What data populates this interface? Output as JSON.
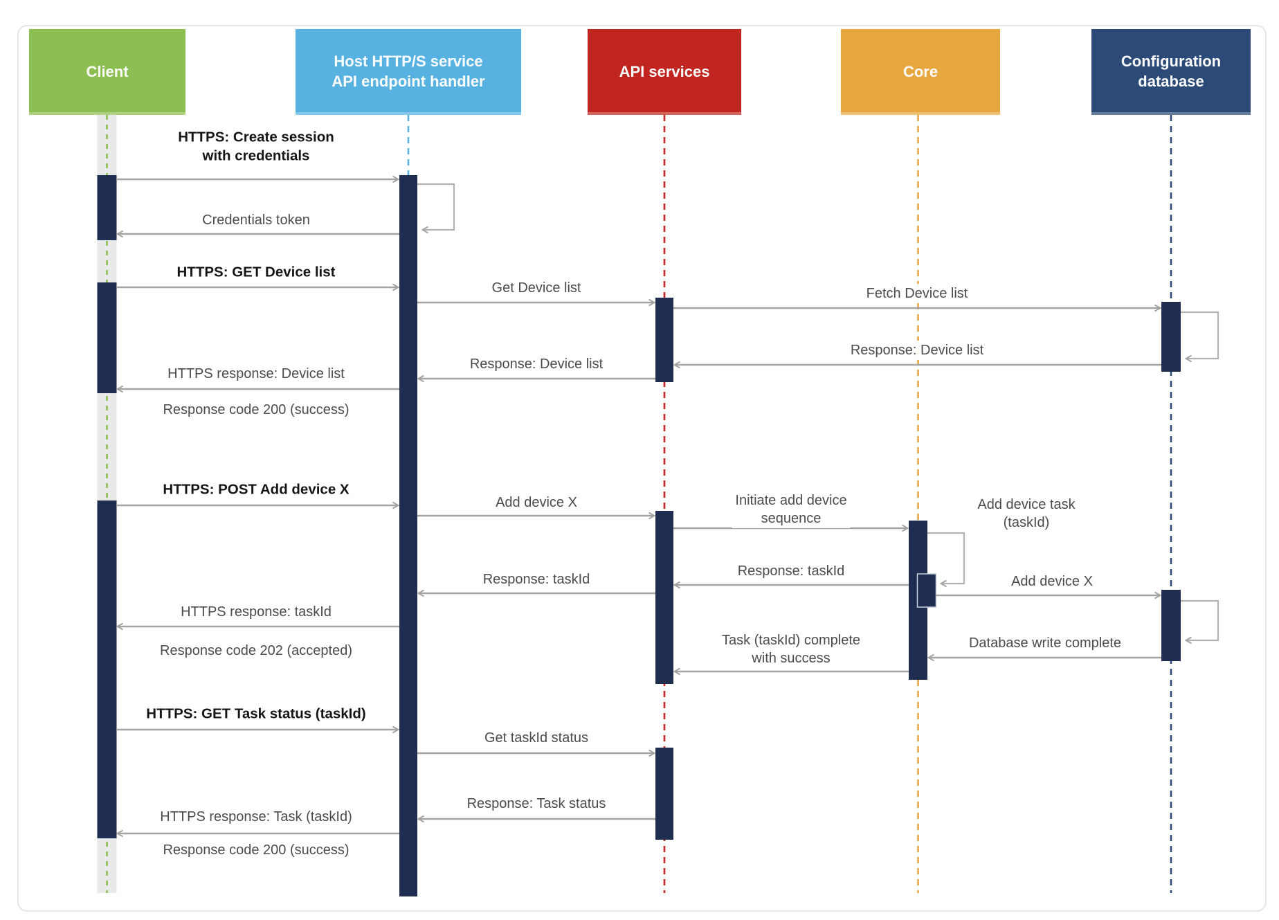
{
  "theme": {
    "bar_color": "#1f2d50",
    "arrow_color": "#a3a3a3",
    "loop_color": "#b2b2b2",
    "text_color": "#4b4b4b",
    "bold_text_color": "#151515",
    "band_color": "#e9e9e9",
    "frame_color": "#e5e5e5",
    "page_bg": "#ffffff"
  },
  "actors": [
    {
      "id": "client",
      "label": "Client",
      "color": "#8cbe52"
    },
    {
      "id": "host",
      "label": "Host HTTP/S service\nAPI endpoint handler",
      "color": "#57b2e2"
    },
    {
      "id": "api",
      "label": "API services",
      "color": "#c0261f"
    },
    {
      "id": "core",
      "label": "Core",
      "color": "#e7a73e"
    },
    {
      "id": "config",
      "label": "Configuration\ndatabase",
      "color": "#2c4a77"
    }
  ],
  "messages": {
    "create_session": {
      "text": "HTTPS: Create session\nwith credentials"
    },
    "credentials_token": {
      "text": "Credentials token"
    },
    "https_get_device_list": {
      "text": "HTTPS: GET Device list"
    },
    "get_device_list": {
      "text": "Get Device list"
    },
    "fetch_device_list": {
      "text": "Fetch Device list"
    },
    "response_device_list_db": {
      "text": "Response: Device list"
    },
    "response_device_list_api": {
      "text": "Response: Device list"
    },
    "https_response_device_list": {
      "text": "HTTPS response: Device list"
    },
    "response_code_200_a": {
      "text": "Response code 200 (success)"
    },
    "https_post_add_device": {
      "text": "HTTPS: POST Add device X"
    },
    "add_device_x_host": {
      "text": "Add device X"
    },
    "initiate_add_device": {
      "text": "Initiate add device\nsequence"
    },
    "add_device_task": {
      "text": "Add device task\n(taskId)"
    },
    "response_taskid_core": {
      "text": "Response: taskId"
    },
    "response_taskid_api": {
      "text": "Response: taskId"
    },
    "https_response_taskid": {
      "text": "HTTPS response: taskId"
    },
    "response_code_202": {
      "text": "Response code 202 (accepted)"
    },
    "add_device_x_core": {
      "text": "Add device X"
    },
    "database_write_complete": {
      "text": "Database write complete"
    },
    "task_complete": {
      "text": "Task (taskId) complete\nwith success"
    },
    "https_get_task_status": {
      "text": "HTTPS: GET Task status (taskId)"
    },
    "get_taskid_status": {
      "text": "Get taskId status"
    },
    "response_task_status": {
      "text": "Response: Task status"
    },
    "https_response_task": {
      "text": "HTTPS response: Task (taskId)"
    },
    "response_code_200_b": {
      "text": "Response code 200 (success)"
    }
  }
}
